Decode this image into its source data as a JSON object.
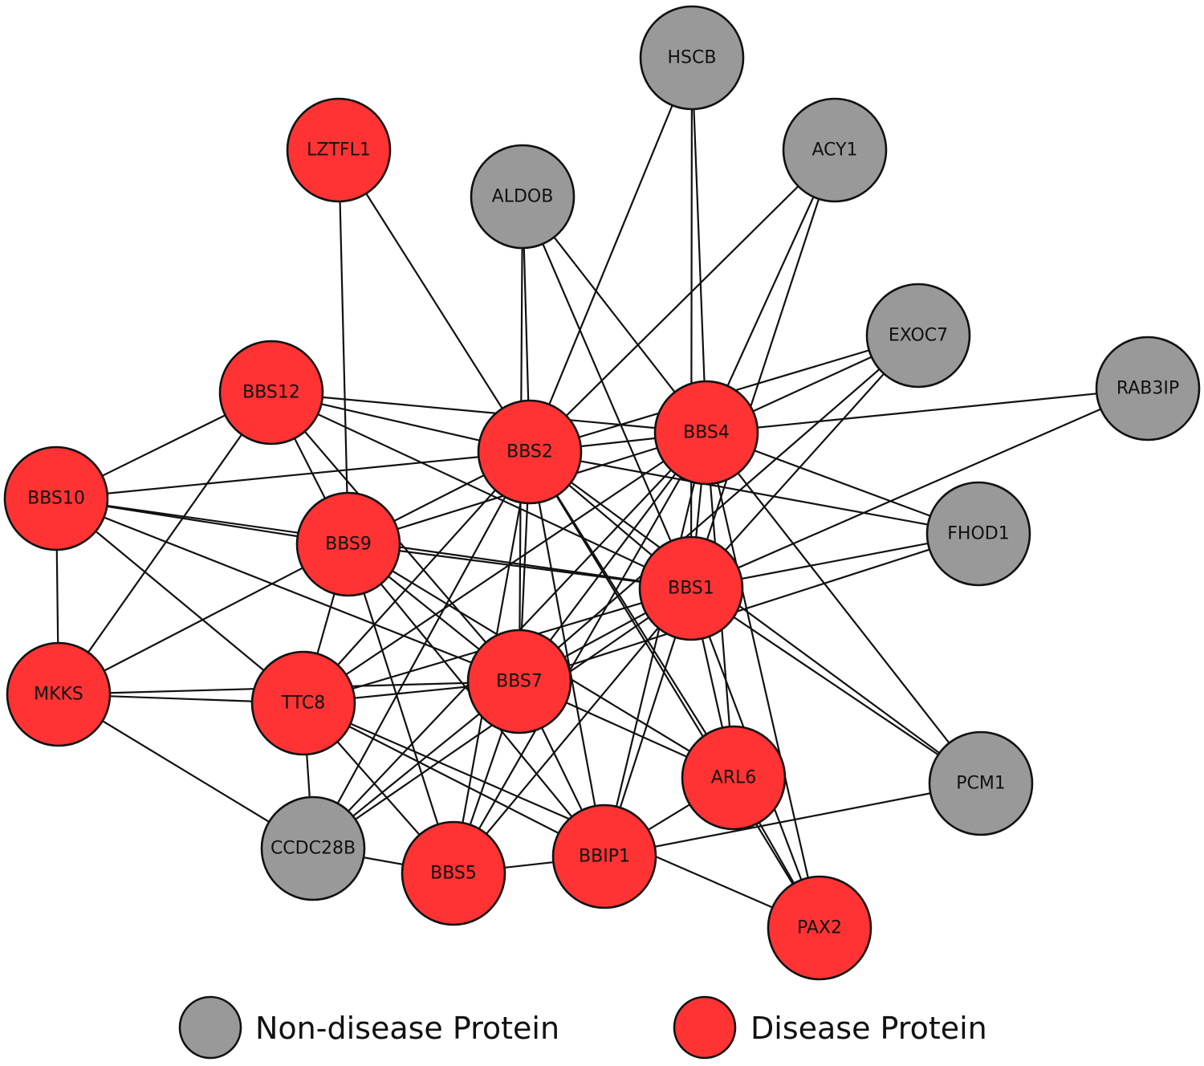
{
  "colors": {
    "disease": "#ff3333",
    "non_disease": "#999999",
    "edge": "#111111"
  },
  "legend": {
    "non_disease_label": "Non-disease Protein",
    "disease_label": "Disease Protein"
  },
  "nodes": [
    {
      "id": "HSCB",
      "label": "HSCB",
      "type": "non_disease"
    },
    {
      "id": "LZTFL1",
      "label": "LZTFL1",
      "type": "disease"
    },
    {
      "id": "ACY1",
      "label": "ACY1",
      "type": "non_disease"
    },
    {
      "id": "ALDOB",
      "label": "ALDOB",
      "type": "non_disease"
    },
    {
      "id": "EXOC7",
      "label": "EXOC7",
      "type": "non_disease"
    },
    {
      "id": "RAB3IP",
      "label": "RAB3IP",
      "type": "non_disease"
    },
    {
      "id": "BBS12",
      "label": "BBS12",
      "type": "disease"
    },
    {
      "id": "BBS2",
      "label": "BBS2",
      "type": "disease"
    },
    {
      "id": "BBS4",
      "label": "BBS4",
      "type": "disease"
    },
    {
      "id": "BBS10",
      "label": "BBS10",
      "type": "disease"
    },
    {
      "id": "BBS9",
      "label": "BBS9",
      "type": "disease"
    },
    {
      "id": "FHOD1",
      "label": "FHOD1",
      "type": "non_disease"
    },
    {
      "id": "BBS1",
      "label": "BBS1",
      "type": "disease"
    },
    {
      "id": "MKKS",
      "label": "MKKS",
      "type": "disease"
    },
    {
      "id": "TTC8",
      "label": "TTC8",
      "type": "disease"
    },
    {
      "id": "BBS7",
      "label": "BBS7",
      "type": "disease"
    },
    {
      "id": "ARL6",
      "label": "ARL6",
      "type": "disease"
    },
    {
      "id": "PCM1",
      "label": "PCM1",
      "type": "non_disease"
    },
    {
      "id": "CCDC28B",
      "label": "CCDC28B",
      "type": "non_disease"
    },
    {
      "id": "BBS5",
      "label": "BBS5",
      "type": "disease"
    },
    {
      "id": "BBIP1",
      "label": "BBIP1",
      "type": "disease"
    },
    {
      "id": "PAX2",
      "label": "PAX2",
      "type": "disease"
    }
  ],
  "edges": [
    [
      "HSCB",
      "BBS2"
    ],
    [
      "HSCB",
      "BBS4"
    ],
    [
      "HSCB",
      "BBS1"
    ],
    [
      "LZTFL1",
      "BBS9"
    ],
    [
      "LZTFL1",
      "BBS2"
    ],
    [
      "ACY1",
      "BBS2"
    ],
    [
      "ACY1",
      "BBS4"
    ],
    [
      "ACY1",
      "BBS1"
    ],
    [
      "ALDOB",
      "BBS2"
    ],
    [
      "ALDOB",
      "BBS7"
    ],
    [
      "ALDOB",
      "BBS4"
    ],
    [
      "ALDOB",
      "BBS1"
    ],
    [
      "EXOC7",
      "BBS2"
    ],
    [
      "EXOC7",
      "BBS4"
    ],
    [
      "EXOC7",
      "BBS7"
    ],
    [
      "EXOC7",
      "BBS1"
    ],
    [
      "RAB3IP",
      "BBS4"
    ],
    [
      "RAB3IP",
      "BBS1"
    ],
    [
      "FHOD1",
      "BBS2"
    ],
    [
      "FHOD1",
      "BBS4"
    ],
    [
      "FHOD1",
      "BBS7"
    ],
    [
      "FHOD1",
      "BBS1"
    ],
    [
      "PCM1",
      "BBS4"
    ],
    [
      "PCM1",
      "BBS1"
    ],
    [
      "PCM1",
      "BBS2"
    ],
    [
      "PCM1",
      "BBIP1"
    ],
    [
      "BBS12",
      "BBS10"
    ],
    [
      "BBS12",
      "BBS9"
    ],
    [
      "BBS12",
      "MKKS"
    ],
    [
      "BBS12",
      "BBS2"
    ],
    [
      "BBS12",
      "BBS4"
    ],
    [
      "BBS12",
      "BBS1"
    ],
    [
      "BBS12",
      "BBS7"
    ],
    [
      "BBS10",
      "BBS2"
    ],
    [
      "BBS10",
      "BBS9"
    ],
    [
      "BBS10",
      "MKKS"
    ],
    [
      "BBS10",
      "TTC8"
    ],
    [
      "BBS10",
      "BBS7"
    ],
    [
      "BBS10",
      "BBS1"
    ],
    [
      "BBS9",
      "BBS2"
    ],
    [
      "BBS9",
      "BBS4"
    ],
    [
      "BBS9",
      "BBS1"
    ],
    [
      "BBS9",
      "MKKS"
    ],
    [
      "BBS9",
      "TTC8"
    ],
    [
      "BBS9",
      "BBS7"
    ],
    [
      "BBS9",
      "BBS5"
    ],
    [
      "BBS9",
      "BBIP1"
    ],
    [
      "BBS9",
      "ARL6"
    ],
    [
      "BBS2",
      "BBS4"
    ],
    [
      "BBS2",
      "BBS1"
    ],
    [
      "BBS2",
      "BBS7"
    ],
    [
      "BBS2",
      "TTC8"
    ],
    [
      "BBS2",
      "ARL6"
    ],
    [
      "BBS2",
      "BBIP1"
    ],
    [
      "BBS2",
      "BBS5"
    ],
    [
      "BBS2",
      "CCDC28B"
    ],
    [
      "BBS2",
      "PAX2"
    ],
    [
      "BBS4",
      "BBS1"
    ],
    [
      "BBS4",
      "BBS7"
    ],
    [
      "BBS4",
      "TTC8"
    ],
    [
      "BBS4",
      "ARL6"
    ],
    [
      "BBS4",
      "BBIP1"
    ],
    [
      "BBS4",
      "BBS5"
    ],
    [
      "BBS4",
      "CCDC28B"
    ],
    [
      "BBS4",
      "PAX2"
    ],
    [
      "BBS1",
      "BBS7"
    ],
    [
      "BBS1",
      "TTC8"
    ],
    [
      "BBS1",
      "ARL6"
    ],
    [
      "BBS1",
      "BBIP1"
    ],
    [
      "BBS1",
      "BBS5"
    ],
    [
      "BBS1",
      "CCDC28B"
    ],
    [
      "BBS1",
      "PAX2"
    ],
    [
      "MKKS",
      "TTC8"
    ],
    [
      "MKKS",
      "BBS7"
    ],
    [
      "MKKS",
      "CCDC28B"
    ],
    [
      "TTC8",
      "BBS7"
    ],
    [
      "TTC8",
      "CCDC28B"
    ],
    [
      "TTC8",
      "BBS5"
    ],
    [
      "TTC8",
      "BBIP1"
    ],
    [
      "TTC8",
      "PAX2"
    ],
    [
      "BBS7",
      "ARL6"
    ],
    [
      "BBS7",
      "BBIP1"
    ],
    [
      "BBS7",
      "BBS5"
    ],
    [
      "BBS7",
      "CCDC28B"
    ],
    [
      "ARL6",
      "BBIP1"
    ],
    [
      "ARL6",
      "PAX2"
    ],
    [
      "CCDC28B",
      "BBS5"
    ],
    [
      "BBS5",
      "BBIP1"
    ]
  ]
}
